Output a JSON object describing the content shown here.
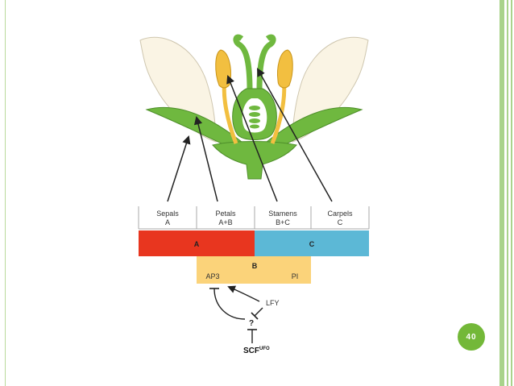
{
  "slide": {
    "page_number": "40"
  },
  "whorls": [
    {
      "name": "Sepals",
      "genes": "A"
    },
    {
      "name": "Petals",
      "genes": "A+B"
    },
    {
      "name": "Stamens",
      "genes": "B+C"
    },
    {
      "name": "Carpels",
      "genes": "C"
    }
  ],
  "gene_bars": {
    "a": "A",
    "c": "C",
    "b": "B",
    "ap3": "AP3",
    "pi": "PI"
  },
  "regulators": {
    "lfy": "LFY",
    "unknown": "?",
    "scf": "SCF",
    "ufo": "UFO"
  },
  "colors": {
    "a_bar": "#e8361f",
    "c_bar": "#5cb8d6",
    "b_bar": "#fbd37a",
    "sepal_green": "#6fb83f",
    "petal_cream": "#faf4e4",
    "stamen_yellow": "#f2bf40",
    "accent": "#73b838"
  }
}
